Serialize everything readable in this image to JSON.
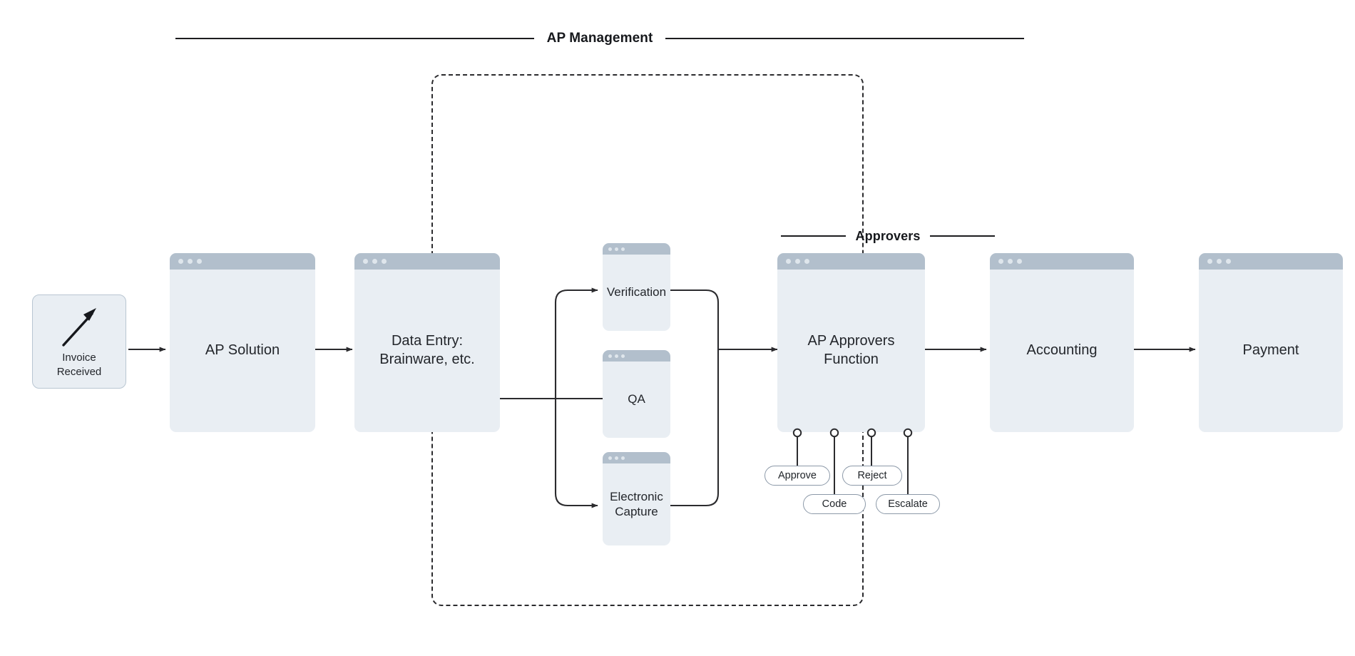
{
  "diagram": {
    "title": "AP Management",
    "sections": [
      {
        "id": "ap-management",
        "label": "AP Management"
      },
      {
        "id": "approvers",
        "label": "Approvers"
      }
    ],
    "start_node": {
      "label_line1": "Invoice",
      "label_line2": "Received",
      "icon": "up-right-arrow-icon"
    },
    "nodes": [
      {
        "id": "ap-solution",
        "label": "AP Solution",
        "type": "window-card"
      },
      {
        "id": "data-entry",
        "label_line1": "Data Entry:",
        "label_line2": "Brainware, etc.",
        "type": "window-card"
      },
      {
        "id": "verification",
        "label": "Verification",
        "type": "window-card-narrow"
      },
      {
        "id": "qa",
        "label": "QA",
        "type": "window-card-narrow"
      },
      {
        "id": "electronic-capture",
        "label_line1": "Electronic",
        "label_line2": "Capture",
        "type": "window-card-narrow"
      },
      {
        "id": "ap-approvers-function",
        "label_line1": "AP Approvers",
        "label_line2": "Function",
        "type": "window-card"
      },
      {
        "id": "accounting",
        "label": "Accounting",
        "type": "window-card"
      },
      {
        "id": "payment",
        "label": "Payment",
        "type": "window-card"
      }
    ],
    "approver_actions": [
      {
        "id": "approve",
        "label": "Approve"
      },
      {
        "id": "code",
        "label": "Code"
      },
      {
        "id": "reject",
        "label": "Reject"
      },
      {
        "id": "escalate",
        "label": "Escalate"
      }
    ],
    "colors": {
      "card_body": "#e9eef3",
      "card_titlebar": "#b2bfcc",
      "card_dot": "#dfe6ec",
      "connector": "#2b2b2e",
      "node_border": "#b9c6d2",
      "pill_border": "#8c99a8",
      "text": "#23262b",
      "background": "#ffffff"
    }
  }
}
